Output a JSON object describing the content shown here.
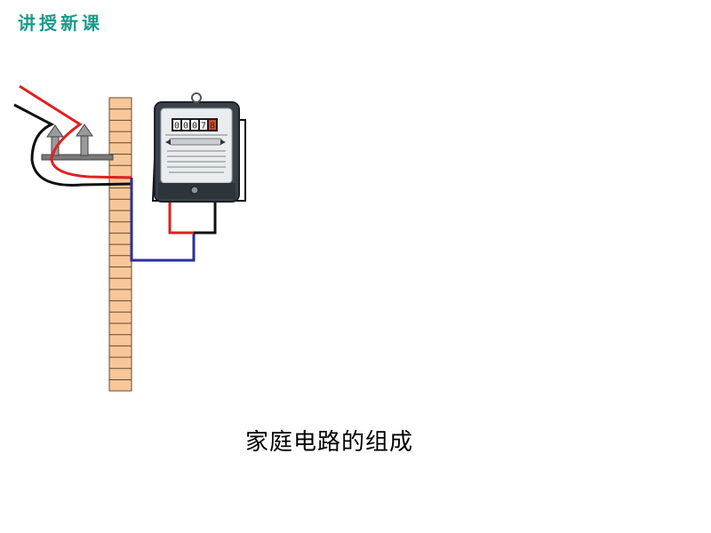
{
  "header": {
    "title": "讲授新课"
  },
  "caption": "家庭电路的组成",
  "meter": {
    "reading_digits": [
      "0",
      "0",
      "0",
      "7",
      "8"
    ]
  },
  "colors": {
    "header": "#1a9a8a",
    "wall": "#f7c79a",
    "wall_line": "#6b4a2a",
    "live_wire": "#e02020",
    "neutral_wire": "#111111",
    "ground_wire": "#2a2f9a",
    "meter_body": "#3a4248",
    "meter_face": "#e9edf0"
  }
}
